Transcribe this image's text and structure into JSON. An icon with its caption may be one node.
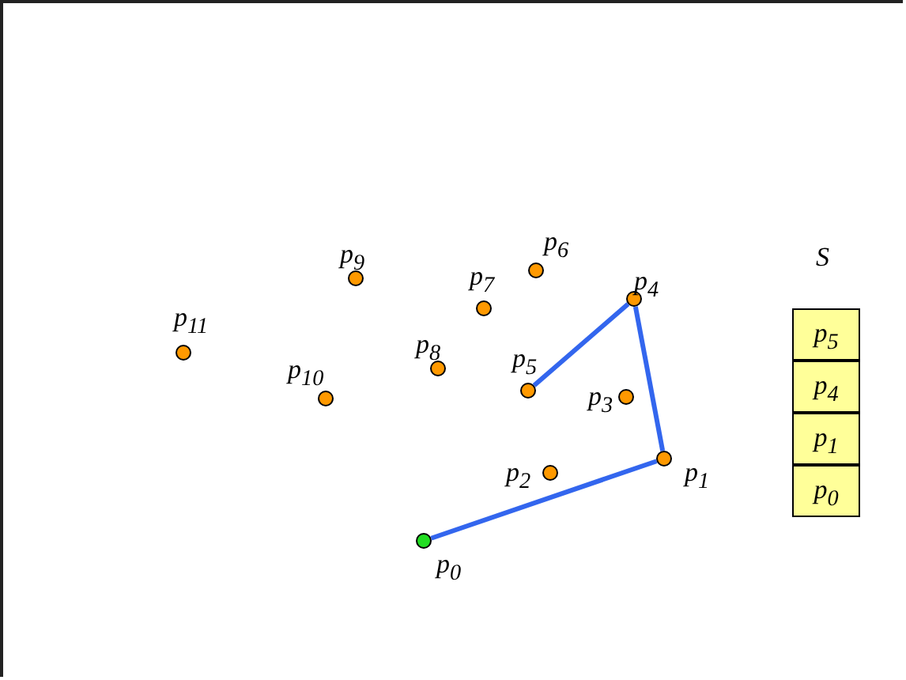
{
  "diagram": {
    "nodes": [
      {
        "text": [],
        "shape": "circle",
        "beside": [
          "p$_{0}$"
        ]
      },
      {
        "text": [],
        "shape": "circle",
        "beside": [
          "p$_{1}$"
        ]
      },
      {
        "text": [],
        "shape": "circle",
        "beside": [
          "p$_{2}$"
        ]
      },
      {
        "text": [],
        "shape": "circle",
        "beside": [
          "p$_{3}$"
        ]
      },
      {
        "text": [],
        "shape": "circle",
        "beside": [
          "p$_{4}$"
        ]
      },
      {
        "text": [],
        "shape": "circle",
        "beside": [
          "p$_{5}$"
        ]
      },
      {
        "text": [],
        "shape": "circle",
        "beside": [
          "p$_{6}$"
        ]
      },
      {
        "text": [],
        "shape": "circle",
        "beside": [
          "p$_{7}$"
        ]
      },
      {
        "text": [],
        "shape": "circle",
        "beside": [
          "p$_{8}$"
        ]
      },
      {
        "text": [],
        "shape": "circle",
        "beside": [
          "p$_{9}$"
        ]
      },
      {
        "text": [],
        "shape": "circle",
        "beside": [
          "p$_{10}$"
        ]
      },
      {
        "text": [],
        "shape": "circle",
        "beside": [
          "p$_{11}$"
        ]
      },
      {
        "text": [
          "S"
        ]
      },
      {
        "text": [
          "p$_{5}$"
        ],
        "in": 12
      },
      {
        "text": [
          "p$_{4}$"
        ],
        "in": 12
      },
      {
        "text": [
          "p$_{1}$"
        ],
        "in": 12
      },
      {
        "text": [
          "p$_{0}$"
        ],
        "in": 12
      }
    ],
    "edges": [
      {
        "from": 0,
        "to": 1,
        "arrow": "none"
      },
      {
        "from": 1,
        "to": 4,
        "arrow": "none"
      },
      {
        "from": 4,
        "to": 5,
        "arrow": "none"
      }
    ]
  }
}
